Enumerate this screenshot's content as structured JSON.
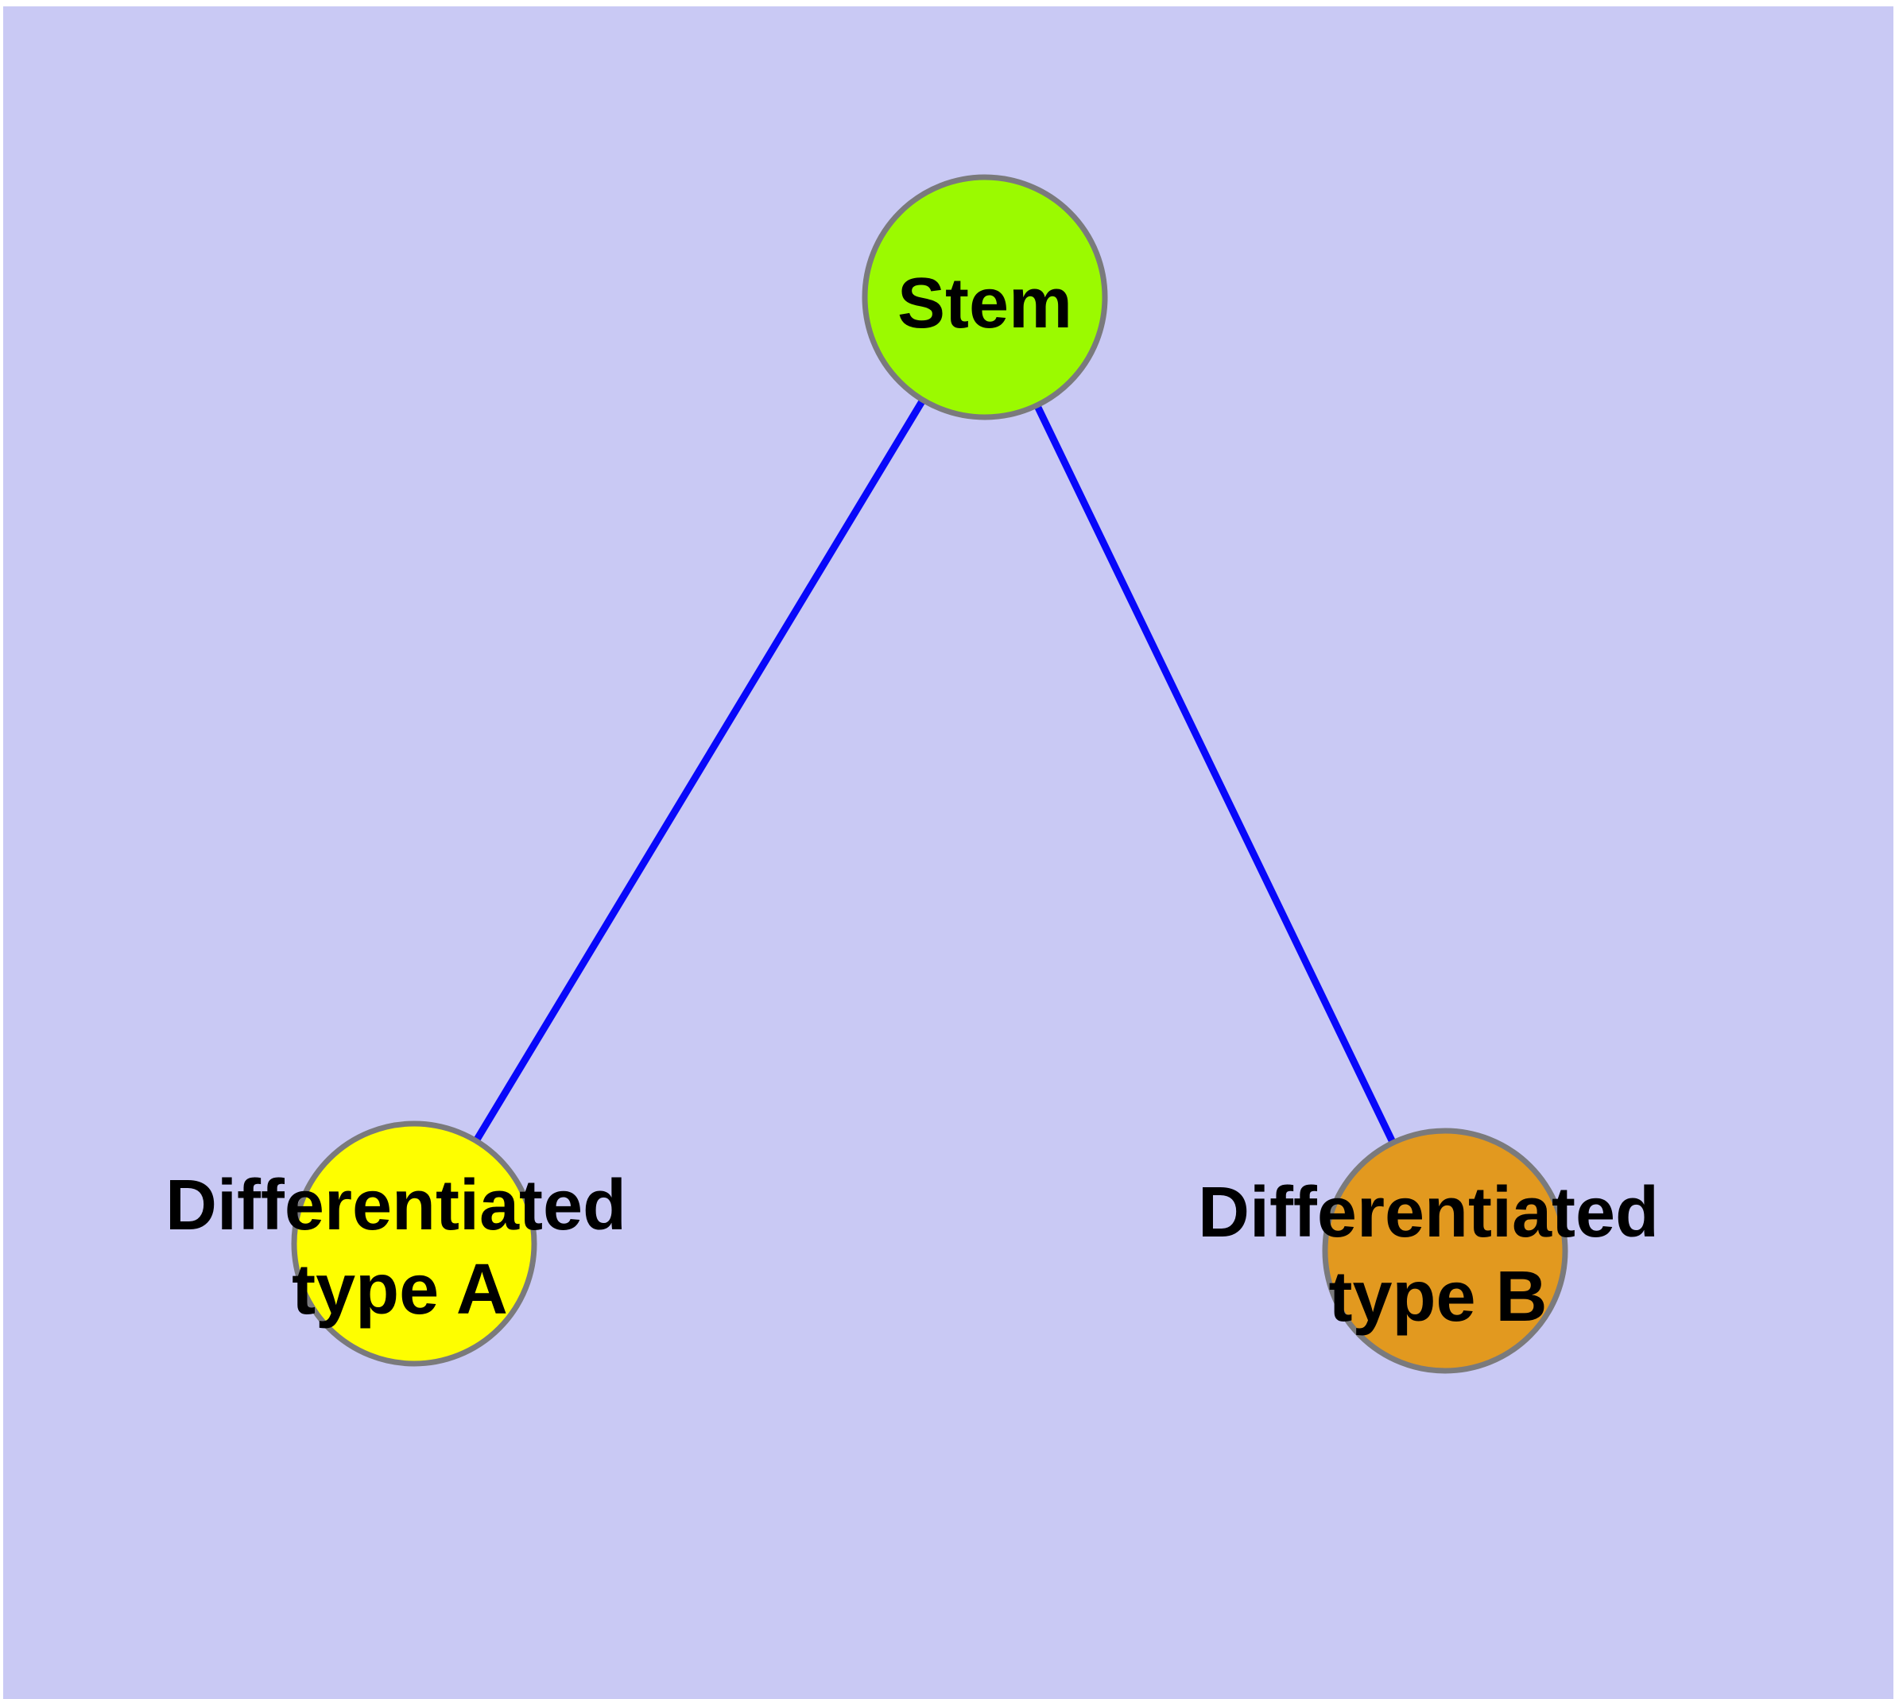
{
  "diagram": {
    "type": "graph",
    "background_color": "#c9c9f4",
    "margin_color": "#ffffff",
    "edge_color": "#0808fa",
    "node_border_color": "#7a7a7c",
    "label_color": "#000000",
    "nodes": [
      {
        "id": "stem",
        "label": "Stem",
        "fill": "#9bfa00"
      },
      {
        "id": "differentiated-type-a",
        "label": "Differentiated type A",
        "label_line1": "Differentiated",
        "label_line2": "type A",
        "fill": "#fefe00"
      },
      {
        "id": "differentiated-type-b",
        "label": "Differentiated type B",
        "label_line1": "Differentiated",
        "label_line2": "type B",
        "fill": "#e2991f"
      }
    ],
    "edges": [
      {
        "from": "Stem",
        "to": "Differentiated type A"
      },
      {
        "from": "Stem",
        "to": "Differentiated type B"
      }
    ]
  }
}
